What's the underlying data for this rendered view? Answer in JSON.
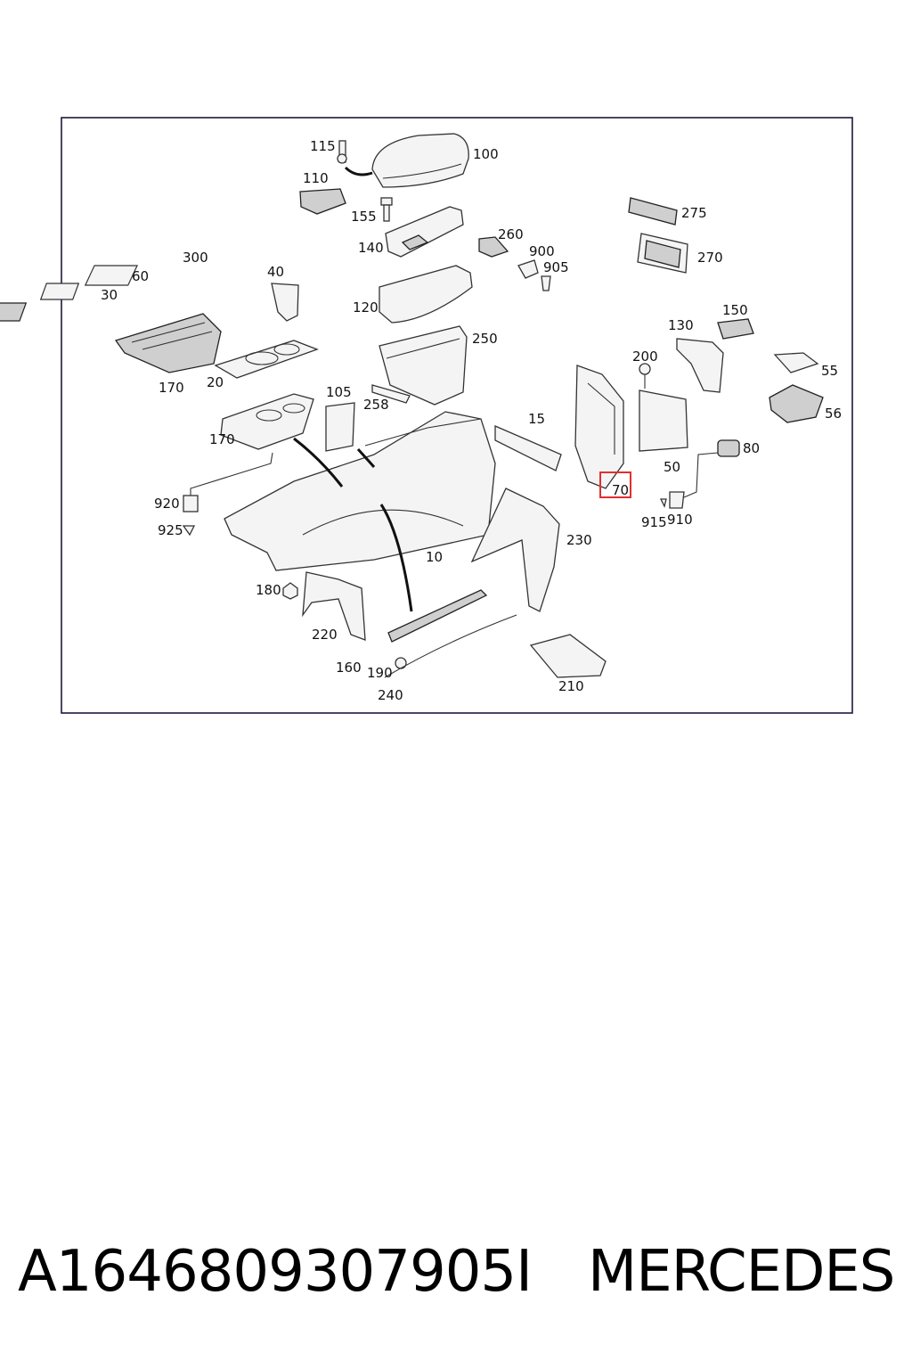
{
  "diagram": {
    "labels": [
      {
        "id": "115",
        "text": "115"
      },
      {
        "id": "100",
        "text": "100"
      },
      {
        "id": "110",
        "text": "110"
      },
      {
        "id": "155",
        "text": "155"
      },
      {
        "id": "140",
        "text": "140"
      },
      {
        "id": "260",
        "text": "260"
      },
      {
        "id": "900",
        "text": "900"
      },
      {
        "id": "905",
        "text": "905"
      },
      {
        "id": "275",
        "text": "275"
      },
      {
        "id": "270",
        "text": "270"
      },
      {
        "id": "300",
        "text": "300"
      },
      {
        "id": "60",
        "text": "60"
      },
      {
        "id": "30",
        "text": "30"
      },
      {
        "id": "40",
        "text": "40"
      },
      {
        "id": "120",
        "text": "120"
      },
      {
        "id": "250",
        "text": "250"
      },
      {
        "id": "130",
        "text": "130"
      },
      {
        "id": "150",
        "text": "150"
      },
      {
        "id": "200",
        "text": "200"
      },
      {
        "id": "55",
        "text": "55"
      },
      {
        "id": "56",
        "text": "56"
      },
      {
        "id": "170a",
        "text": "170"
      },
      {
        "id": "20",
        "text": "20"
      },
      {
        "id": "105",
        "text": "105"
      },
      {
        "id": "258",
        "text": "258"
      },
      {
        "id": "15",
        "text": "15"
      },
      {
        "id": "50",
        "text": "50"
      },
      {
        "id": "80",
        "text": "80"
      },
      {
        "id": "170b",
        "text": "170"
      },
      {
        "id": "70",
        "text": "70"
      },
      {
        "id": "920",
        "text": "920"
      },
      {
        "id": "925",
        "text": "925"
      },
      {
        "id": "915",
        "text": "915"
      },
      {
        "id": "910",
        "text": "910"
      },
      {
        "id": "230",
        "text": "230"
      },
      {
        "id": "10",
        "text": "10"
      },
      {
        "id": "180",
        "text": "180"
      },
      {
        "id": "220",
        "text": "220"
      },
      {
        "id": "160",
        "text": "160"
      },
      {
        "id": "190",
        "text": "190"
      },
      {
        "id": "240",
        "text": "240"
      },
      {
        "id": "210",
        "text": "210"
      }
    ],
    "highlighted": "70",
    "highlight_color": "#e0302f"
  },
  "footer": {
    "part_number": "A1646809307905I",
    "brand": "MERCEDES"
  }
}
